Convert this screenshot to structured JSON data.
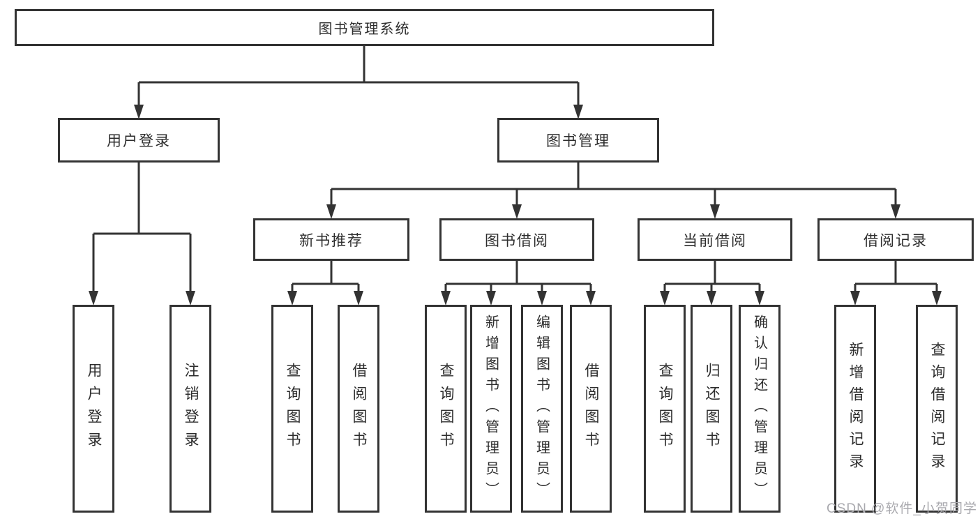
{
  "tree": {
    "label": "图书管理系统",
    "children": [
      {
        "label": "用户登录",
        "children": [
          {
            "label": "用户登录"
          },
          {
            "label": "注销登录"
          }
        ]
      },
      {
        "label": "图书管理",
        "children": [
          {
            "label": "新书推荐",
            "children": [
              {
                "label": "查询图书"
              },
              {
                "label": "借阅图书"
              }
            ]
          },
          {
            "label": "图书借阅",
            "children": [
              {
                "label": "查询图书"
              },
              {
                "label": "新增图书（管理员）"
              },
              {
                "label": "编辑图书（管理员）"
              },
              {
                "label": "借阅图书"
              }
            ]
          },
          {
            "label": "当前借阅",
            "children": [
              {
                "label": "查询图书"
              },
              {
                "label": "归还图书"
              },
              {
                "label": "确认归还（管理员）"
              }
            ]
          },
          {
            "label": "借阅记录",
            "children": [
              {
                "label": "新增借阅记录"
              },
              {
                "label": "查询借阅记录"
              }
            ]
          }
        ]
      }
    ]
  },
  "watermark": {
    "text": "CSDN @软件_小贺同学"
  },
  "colors": {
    "line": "#333333",
    "box_border": "#333333",
    "text": "#2d2d2d",
    "watermark": "#a9a9ae",
    "background": "#ffffff"
  }
}
